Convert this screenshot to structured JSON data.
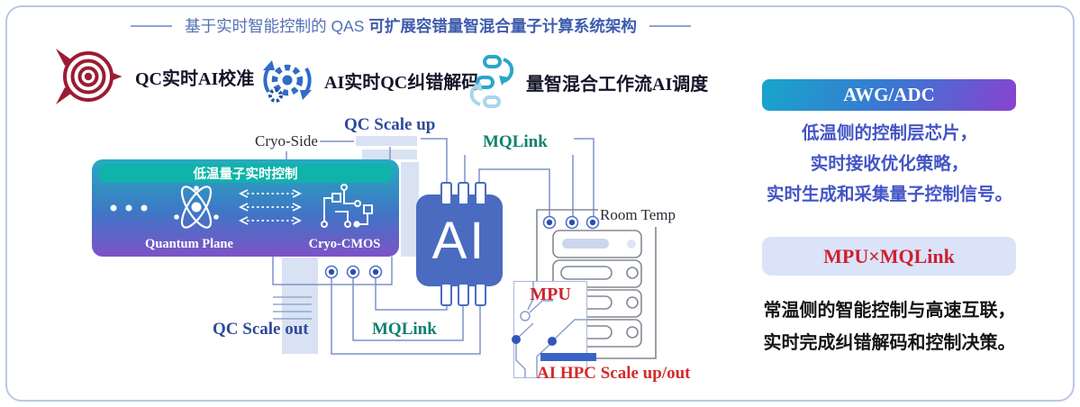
{
  "title": {
    "normal": "基于实时智能控制的 QAS ",
    "bold": "可扩展容错量智混合量子计算系统架构"
  },
  "legend": {
    "items": [
      {
        "icon": "target-calibration-icon",
        "label": "QC实时AI校准"
      },
      {
        "icon": "gear-decode-icon",
        "label": "AI实时QC纠错解码"
      },
      {
        "icon": "workflow-schedule-icon",
        "label": "量智混合工作流AI调度"
      }
    ]
  },
  "diagram": {
    "cryo_box": {
      "header": "低温量子实时控制",
      "quantum_plane": "Quantum Plane",
      "cryo_cmos": "Cryo-CMOS"
    },
    "labels": {
      "cryo_side": "Cryo-Side",
      "qc_scale_up": "QC Scale up",
      "qc_scale_out": "QC Scale out",
      "mqlink_top": "MQLink",
      "mqlink_bottom": "MQLink",
      "room_temp": "Room Temp",
      "ai_chip": "AI",
      "mpu": "MPU",
      "ai_hpc_scale": "AI HPC Scale up/out"
    }
  },
  "right_panel": {
    "awg_title": "AWG/ADC",
    "awg_lines": [
      "低温侧的控制层芯片，",
      "实时接收优化策略，",
      "实时生成和采集量子控制信号。"
    ],
    "mpu_title": "MPU×MQLink",
    "mpu_lines": [
      "常温侧的智能控制与高速互联，",
      "实时完成纠错解码和控制决策。"
    ]
  },
  "colors": {
    "title_blue": "#5470b5",
    "label_navy": "#2e4a9b",
    "mqlink_teal": "#0e8170",
    "accent_red": "#cf2330",
    "panel_blue": "#4355c5",
    "chip_blue": "#4a6bbf",
    "header_teal": "#0fb3a9",
    "gradient_teal": "#17a6cb",
    "gradient_purple": "#8a42d0",
    "frame_blue": "#b9c7e6"
  }
}
